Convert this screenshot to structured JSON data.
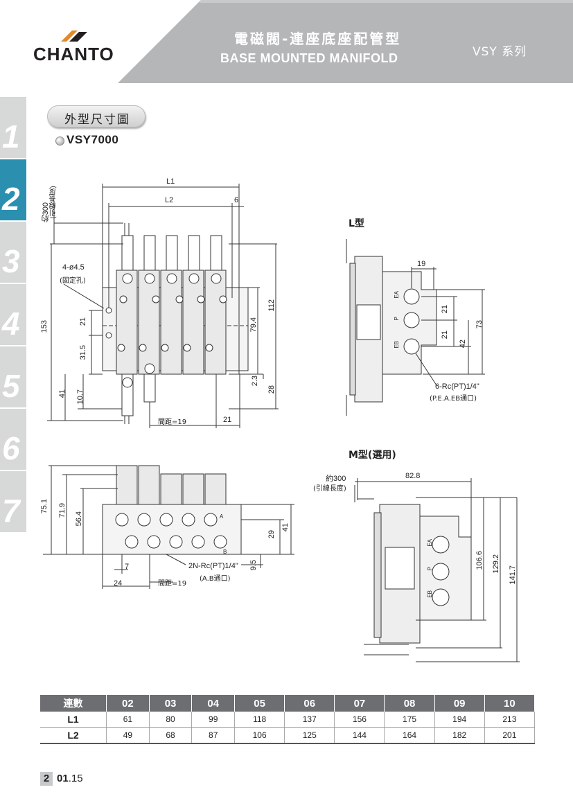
{
  "header": {
    "brand": "CHANTO",
    "title_zh": "電磁閥-連座底座配管型",
    "title_en": "BASE MOUNTED MANIFOLD",
    "series": "VSY 系列",
    "band_color": "#b5b6b8"
  },
  "side_tabs": [
    "1",
    "2",
    "3",
    "4",
    "5",
    "6",
    "7"
  ],
  "active_tab": "2",
  "section": {
    "title": "外型尺寸圖",
    "model": "VSY7000"
  },
  "drawing_top": {
    "L1": "L1",
    "L2": "L2",
    "d6": "6",
    "lead": "約300",
    "lead_note": "(引線長度)",
    "holes": "4-ø4.5",
    "holes_note": "(固定孔)",
    "d153": "153",
    "d21": "21",
    "d31_5": "31.5",
    "d41": "41",
    "d10_7": "10.7",
    "d79_4": "79.4",
    "d112": "112",
    "d2_3": "2.3",
    "d28": "28",
    "pitch": "間距=19",
    "d21b": "21"
  },
  "drawing_front": {
    "d75_1": "75.1",
    "d71_9": "71.9",
    "d56_4": "56.4",
    "d29": "29",
    "d41": "41",
    "d9_5": "9.5",
    "d7": "7",
    "d24": "24",
    "pitch": "間距=19",
    "port": "2N-Rc(PT)1/4\"",
    "port_note": "(A.B通口)",
    "labelA": "A",
    "labelB": "B"
  },
  "drawing_L": {
    "title": "L型",
    "d19": "19",
    "d21a": "21",
    "d21b": "21",
    "d42": "42",
    "d73": "73",
    "EA": "EA",
    "P": "P",
    "EB": "EB",
    "port": "6-Rc(PT)1/4\"",
    "port_note": "(P.E.A.EB通口)"
  },
  "drawing_M": {
    "title": "M型(選用)",
    "lead": "約300",
    "lead_note": "(引線長度)",
    "d82_8": "82.8",
    "d106_6": "106.6",
    "d129_2": "129.2",
    "d141_7": "141.7",
    "EA": "EA",
    "P": "P",
    "EB": "EB"
  },
  "table": {
    "header": [
      "連數",
      "02",
      "03",
      "04",
      "05",
      "06",
      "07",
      "08",
      "09",
      "10"
    ],
    "rows": [
      {
        "label": "L1",
        "values": [
          "61",
          "80",
          "99",
          "118",
          "137",
          "156",
          "175",
          "194",
          "213"
        ]
      },
      {
        "label": "L2",
        "values": [
          "49",
          "68",
          "87",
          "106",
          "125",
          "144",
          "164",
          "182",
          "201"
        ]
      }
    ]
  },
  "footer": {
    "page": "2",
    "date_main": "01",
    "date_rest": ".15"
  }
}
